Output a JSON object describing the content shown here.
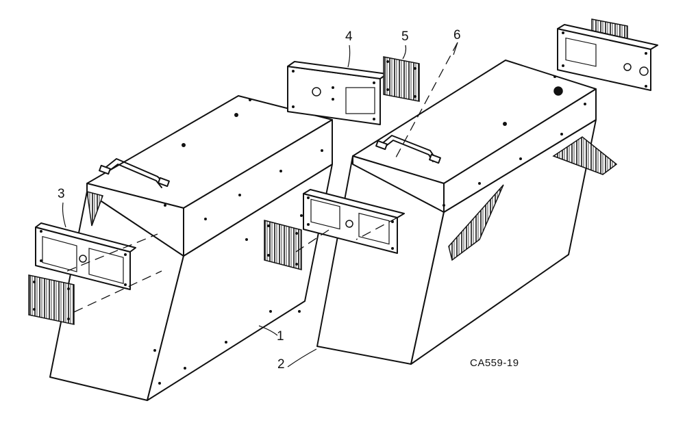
{
  "diagram": {
    "callouts": [
      {
        "id": "1",
        "label": "1"
      },
      {
        "id": "2",
        "label": "2"
      },
      {
        "id": "3",
        "label": "3"
      },
      {
        "id": "4",
        "label": "4"
      },
      {
        "id": "5",
        "label": "5"
      },
      {
        "id": "6",
        "label": "6"
      }
    ],
    "drawing_code": "CA559-19"
  }
}
